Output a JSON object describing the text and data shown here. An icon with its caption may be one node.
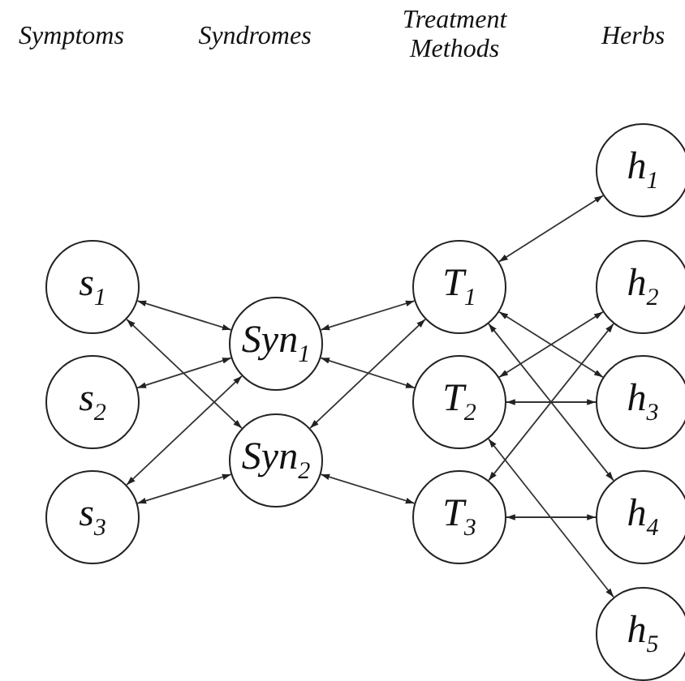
{
  "diagram": {
    "nodes": [
      {
        "text": [
          "s$_{1}$"
        ]
      },
      {
        "text": [
          "s$_{2}$"
        ]
      },
      {
        "text": [
          "s$_{3}$"
        ]
      },
      {
        "text": [
          "Syn$_{1}$"
        ]
      },
      {
        "text": [
          "Syn$_{2}$"
        ]
      },
      {
        "text": [
          "T$_{1}$"
        ]
      },
      {
        "text": [
          "T$_{2}$"
        ]
      },
      {
        "text": [
          "T$_{3}$"
        ]
      },
      {
        "text": [
          "h$_{1}$"
        ]
      },
      {
        "text": [
          "h$_{2}$"
        ]
      },
      {
        "text": [
          "h$_{3}$"
        ]
      },
      {
        "text": [
          "h$_{4}$"
        ]
      },
      {
        "text": [
          "h$_{5}$"
        ]
      }
    ],
    "edges": [
      {
        "from": 0,
        "to": 3,
        "arrow": "both"
      },
      {
        "from": 0,
        "to": 4,
        "arrow": "both"
      },
      {
        "from": 1,
        "to": 3,
        "arrow": "both"
      },
      {
        "from": 2,
        "to": 3,
        "arrow": "both"
      },
      {
        "from": 2,
        "to": 4,
        "arrow": "both"
      },
      {
        "from": 3,
        "to": 5,
        "arrow": "both"
      },
      {
        "from": 3,
        "to": 6,
        "arrow": "both"
      },
      {
        "from": 4,
        "to": 5,
        "arrow": "both"
      },
      {
        "from": 4,
        "to": 7,
        "arrow": "both"
      },
      {
        "from": 5,
        "to": 8,
        "arrow": "both"
      },
      {
        "from": 5,
        "to": 10,
        "arrow": "both"
      },
      {
        "from": 5,
        "to": 11,
        "arrow": "both"
      },
      {
        "from": 6,
        "to": 9,
        "arrow": "both"
      },
      {
        "from": 6,
        "to": 10,
        "arrow": "both"
      },
      {
        "from": 6,
        "to": 12,
        "arrow": "both"
      },
      {
        "from": 7,
        "to": 9,
        "arrow": "both"
      },
      {
        "from": 7,
        "to": 11,
        "arrow": "both"
      }
    ],
    "labels": [
      "Symptoms",
      "Syndromes",
      "Treatment Methods",
      "Herbs"
    ]
  }
}
